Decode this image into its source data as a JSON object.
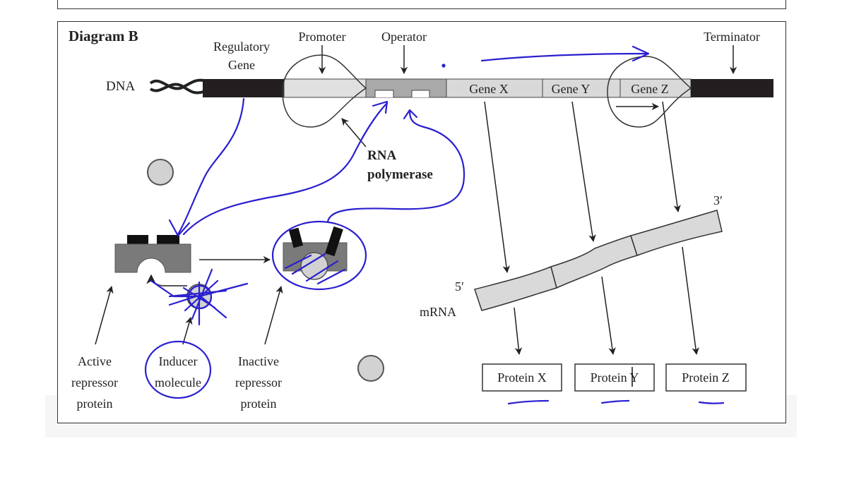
{
  "diagram": {
    "title": "Diagram B",
    "dna_label": "DNA",
    "regulatory_gene_label": [
      "Regulatory",
      "Gene"
    ],
    "promoter_label": "Promoter",
    "operator_label": "Operator",
    "terminator_label": "Terminator",
    "genes": [
      "Gene X",
      "Gene Y",
      "Gene Z"
    ],
    "rna_polymerase_label": [
      "RNA",
      "polymerase"
    ],
    "mrna_label": "mRNA",
    "five_prime": "5′",
    "three_prime": "3′",
    "proteins": [
      "Protein X",
      "Protein Y",
      "Protein Z"
    ],
    "active_repressor_label": [
      "Active",
      "repressor",
      "protein"
    ],
    "inducer_label": [
      "Inducer",
      "molecule"
    ],
    "inactive_repressor_label": [
      "Inactive",
      "repressor",
      "protein"
    ]
  },
  "colors": {
    "annotation_ink": "#2a1fd0",
    "dark_segment": "#231f20",
    "promoter_fill": "#e0e0e0",
    "operator_fill": "#a9a9a9",
    "gene_fill": "#d9d9d9",
    "repressor_fill": "#7a7a7a",
    "inducer_fill": "#d2d2d2"
  }
}
